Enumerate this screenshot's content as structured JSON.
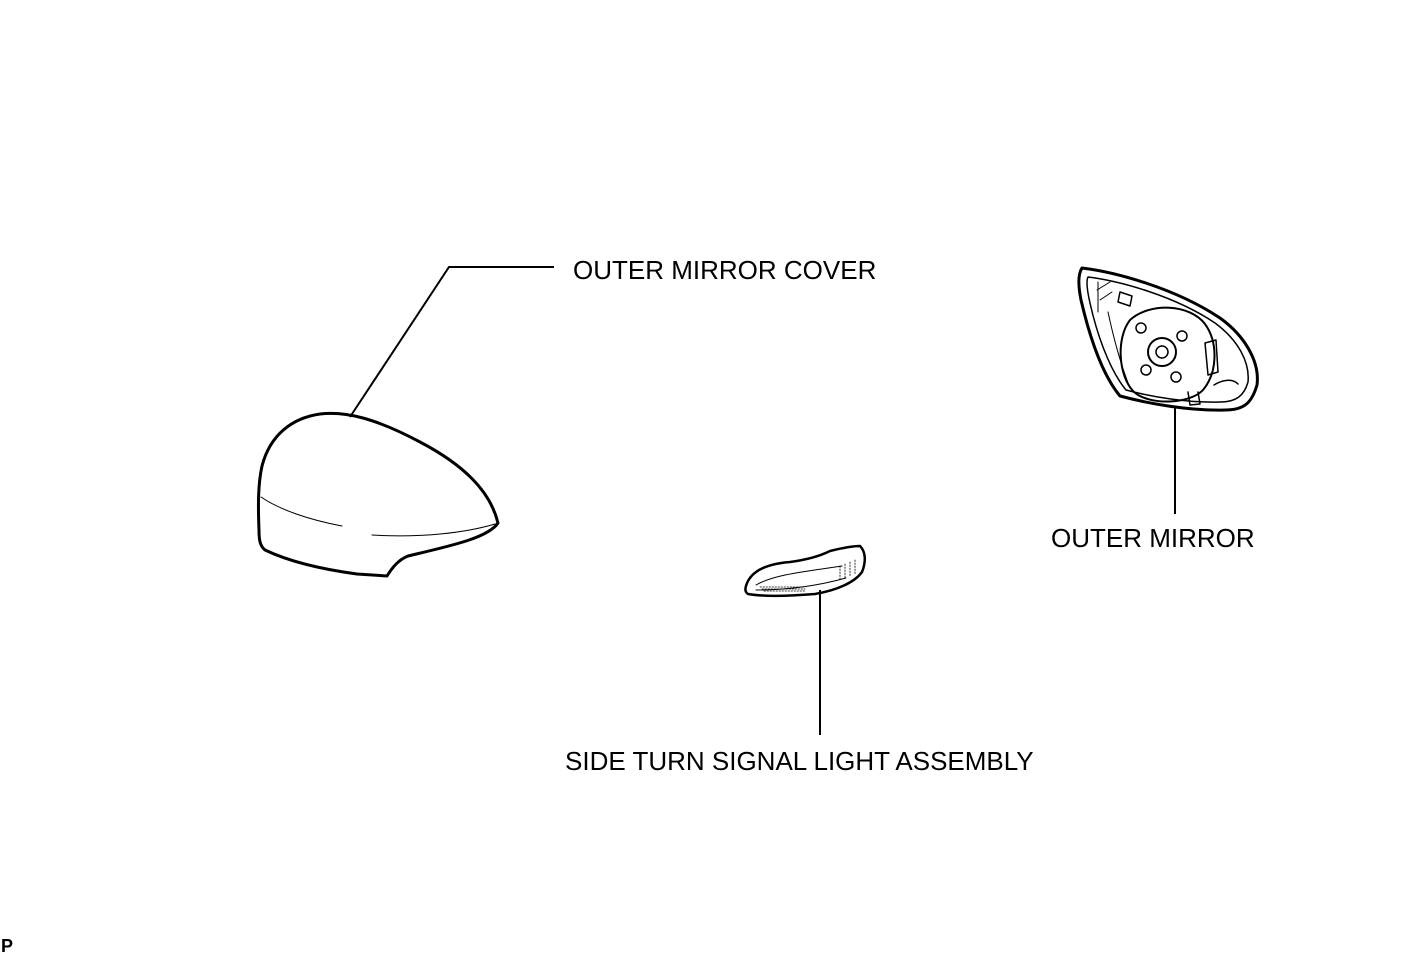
{
  "parts": {
    "outer_mirror_cover": "OUTER MIRROR COVER",
    "outer_mirror": "OUTER MIRROR",
    "side_turn_signal_light_assembly": "SIDE TURN SIGNAL LIGHT ASSEMBLY"
  },
  "corner_code": "P",
  "colors": {
    "line": "#000000",
    "background": "#ffffff"
  }
}
